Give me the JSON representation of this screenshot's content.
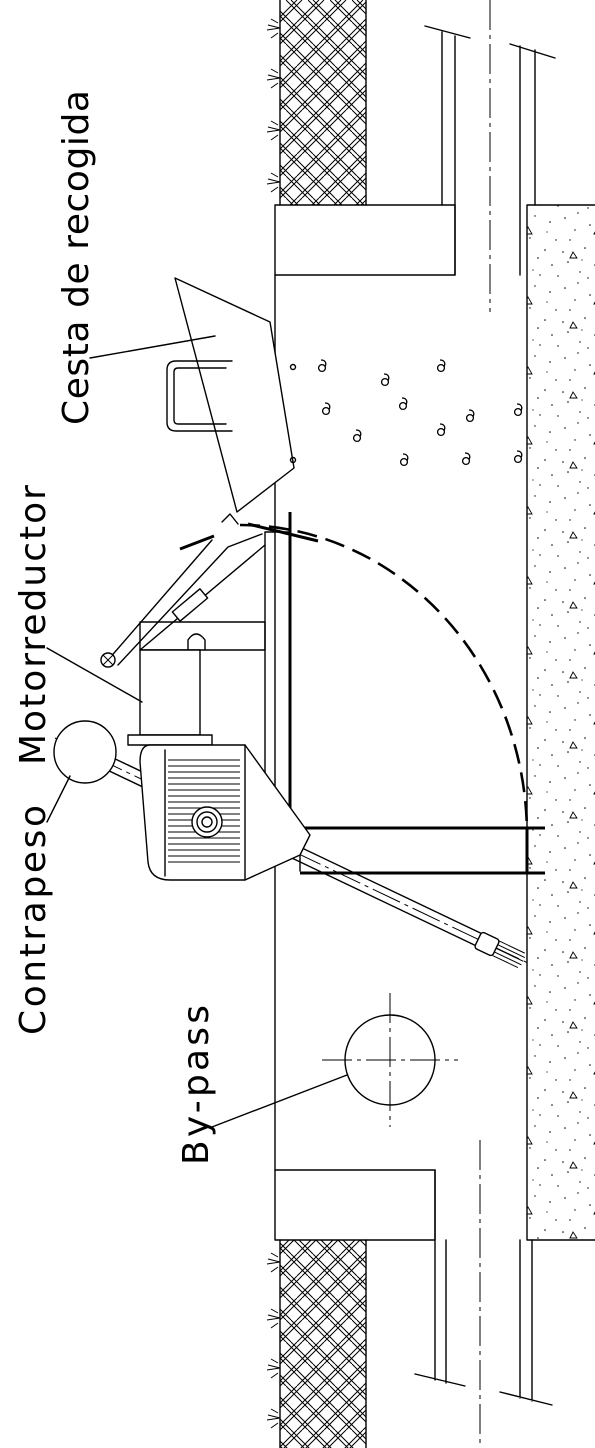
{
  "labels": {
    "cesta": "Cesta de recogida",
    "motorreductor": "Motorreductor",
    "contrapeso": "Contrapeso",
    "bypass": "By-pass"
  }
}
